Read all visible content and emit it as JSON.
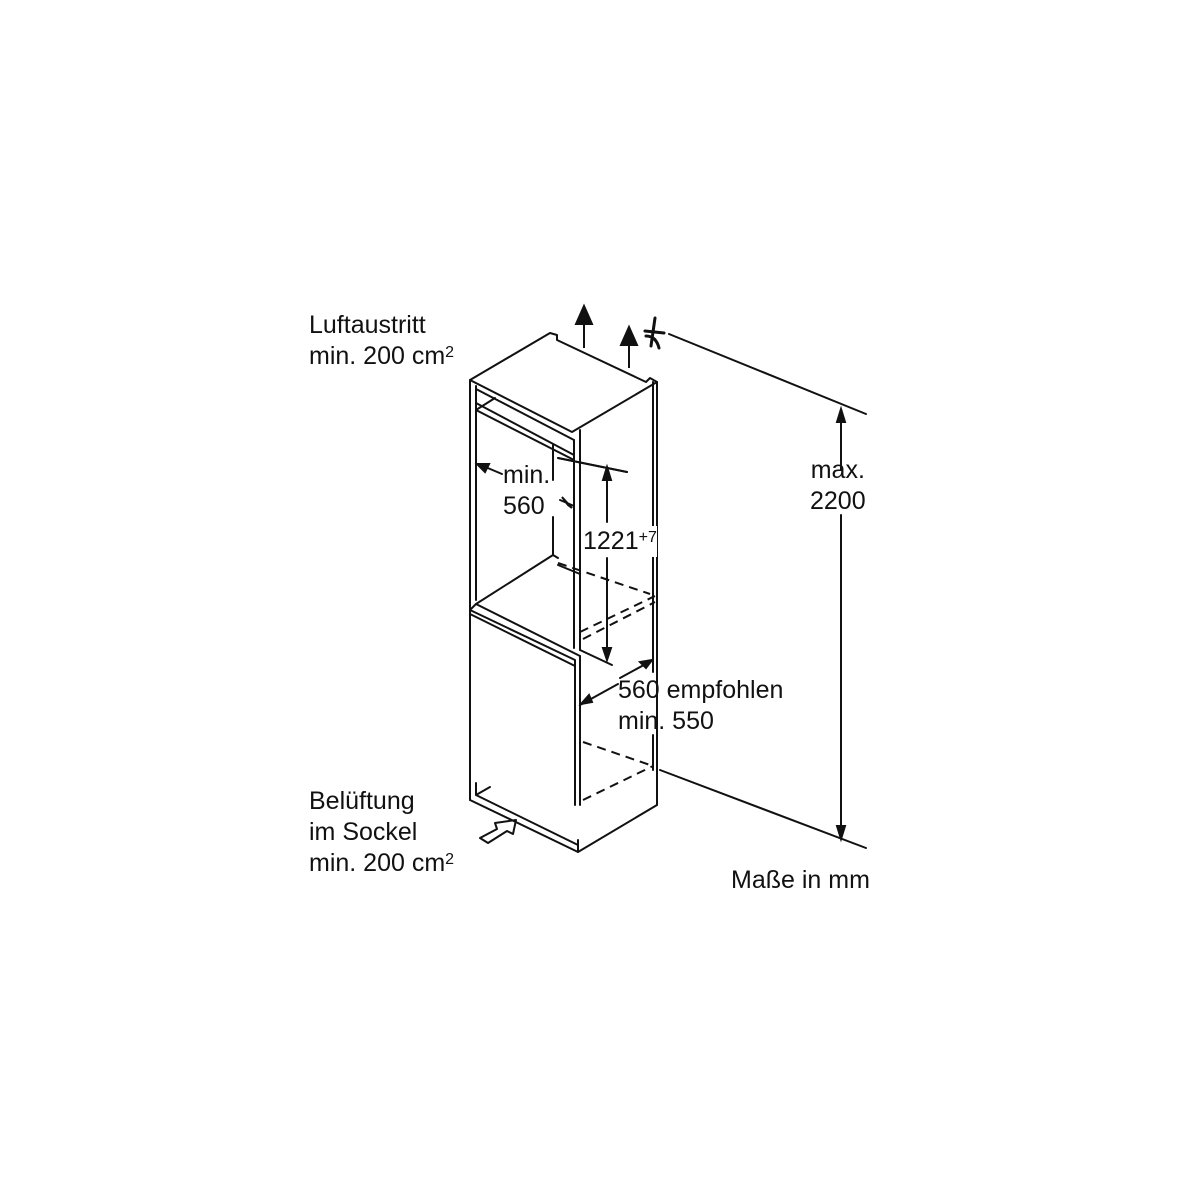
{
  "labels": {
    "air_outlet": {
      "line1": "Luftaustritt",
      "line2_prefix": "min. 200 cm",
      "line2_sup": "2"
    },
    "niche_width": {
      "line1": "min.",
      "line2": "560"
    },
    "niche_height": {
      "value": "1221",
      "tolerance": "+7"
    },
    "max_height": {
      "line1": "max.",
      "line2": "2200"
    },
    "depth": {
      "line1": "560 empfohlen",
      "line2": "min. 550"
    },
    "base_ventilation": {
      "line1": "Belüftung",
      "line2": "im Sockel",
      "line3_prefix": "min. 200 cm",
      "line3_sup": "2"
    },
    "units": "Maße in mm"
  },
  "colors": {
    "stroke": "#111111",
    "background": "#ffffff"
  }
}
